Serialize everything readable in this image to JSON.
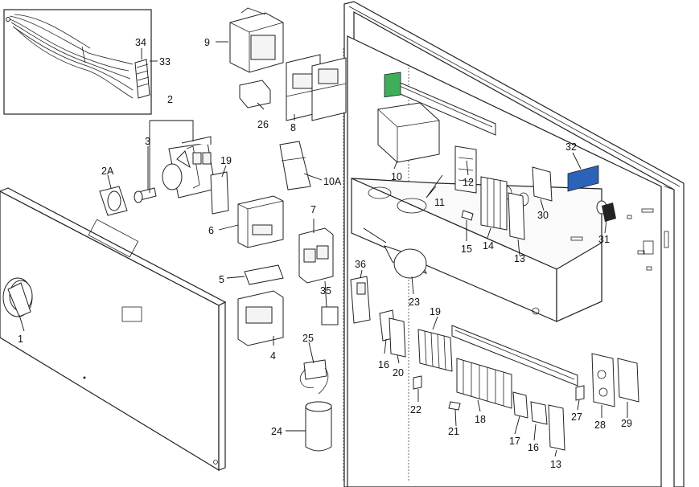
{
  "callouts": {
    "c1": "1",
    "c2": "2",
    "c2A": "2A",
    "c3": "3",
    "c4": "4",
    "c5": "5",
    "c6": "6",
    "c7": "7",
    "c8": "8",
    "c9": "9",
    "c10": "10",
    "c10A": "10A",
    "c11": "11",
    "c12": "12",
    "c13a": "13",
    "c13b": "13",
    "c14": "14",
    "c15": "15",
    "c16a": "16",
    "c16b": "16",
    "c17": "17",
    "c18": "18",
    "c19a": "19",
    "c19b": "19",
    "c20": "20",
    "c21": "21",
    "c22": "22",
    "c23": "23",
    "c24": "24",
    "c25": "25",
    "c26": "26",
    "c27": "27",
    "c28": "28",
    "c29": "29",
    "c30": "30",
    "c31": "31",
    "c32": "32",
    "c33": "33",
    "c34": "34",
    "c35": "35",
    "c36": "36"
  },
  "colors": {
    "display": "#3fae5a",
    "label_blue": "#2a63b8",
    "line": "#222222"
  }
}
